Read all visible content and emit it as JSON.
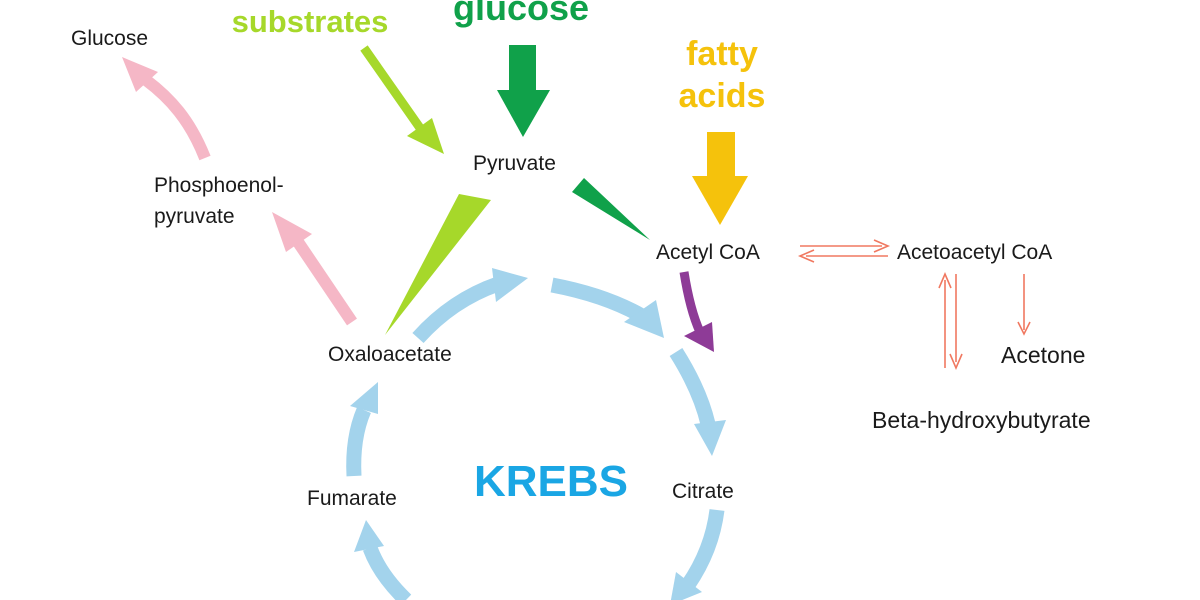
{
  "colors": {
    "substrates": "#a6d82a",
    "glucose": "#10a14a",
    "fatty_acids": "#f5c20c",
    "krebs": "#1aa6e4",
    "cycle_arrow": "#a3d3ec",
    "gluconeogenesis_arrow": "#f5b7c6",
    "acetyl_to_krebs_arrow": "#8e3b97",
    "ketone_arrow": "#f07860",
    "text": "#1a1a1a"
  },
  "headers": {
    "substrates": "substrates",
    "glucose": "glucose",
    "fatty_line1": "fatty",
    "fatty_line2": "acids",
    "krebs": "KREBS"
  },
  "metabolites": {
    "glucose": "Glucose",
    "pep_line1": "Phosphoenol-",
    "pep_line2": "pyruvate",
    "pyruvate": "Pyruvate",
    "acetyl_coa": "Acetyl CoA",
    "acetoacetyl_coa": "Acetoacetyl CoA",
    "acetone": "Acetone",
    "beta_hydroxybutyrate": "Beta-hydroxybutyrate",
    "oxaloacetate": "Oxaloacetate",
    "citrate": "Citrate",
    "fumarate": "Fumarate"
  },
  "icons": {
    "substrates_to_pyruvate": "arrow-icon",
    "glucose_to_pyruvate": "thick-arrow-icon",
    "fatty_to_acetyl": "thick-arrow-icon",
    "pyruvate_to_oxaloacetate": "wedge-arrow-icon",
    "pyruvate_to_acetyl": "wedge-arrow-icon",
    "acetyl_to_krebs": "curved-arrow-icon",
    "acetyl_acetoacetyl": "double-arrow-icon",
    "acetoacetyl_to_acetone": "arrow-icon",
    "acetoacetyl_bhb": "double-arrow-icon",
    "gluconeogenesis": "curved-arrow-icon",
    "krebs_cycle": "cycle-arrow-icon"
  }
}
